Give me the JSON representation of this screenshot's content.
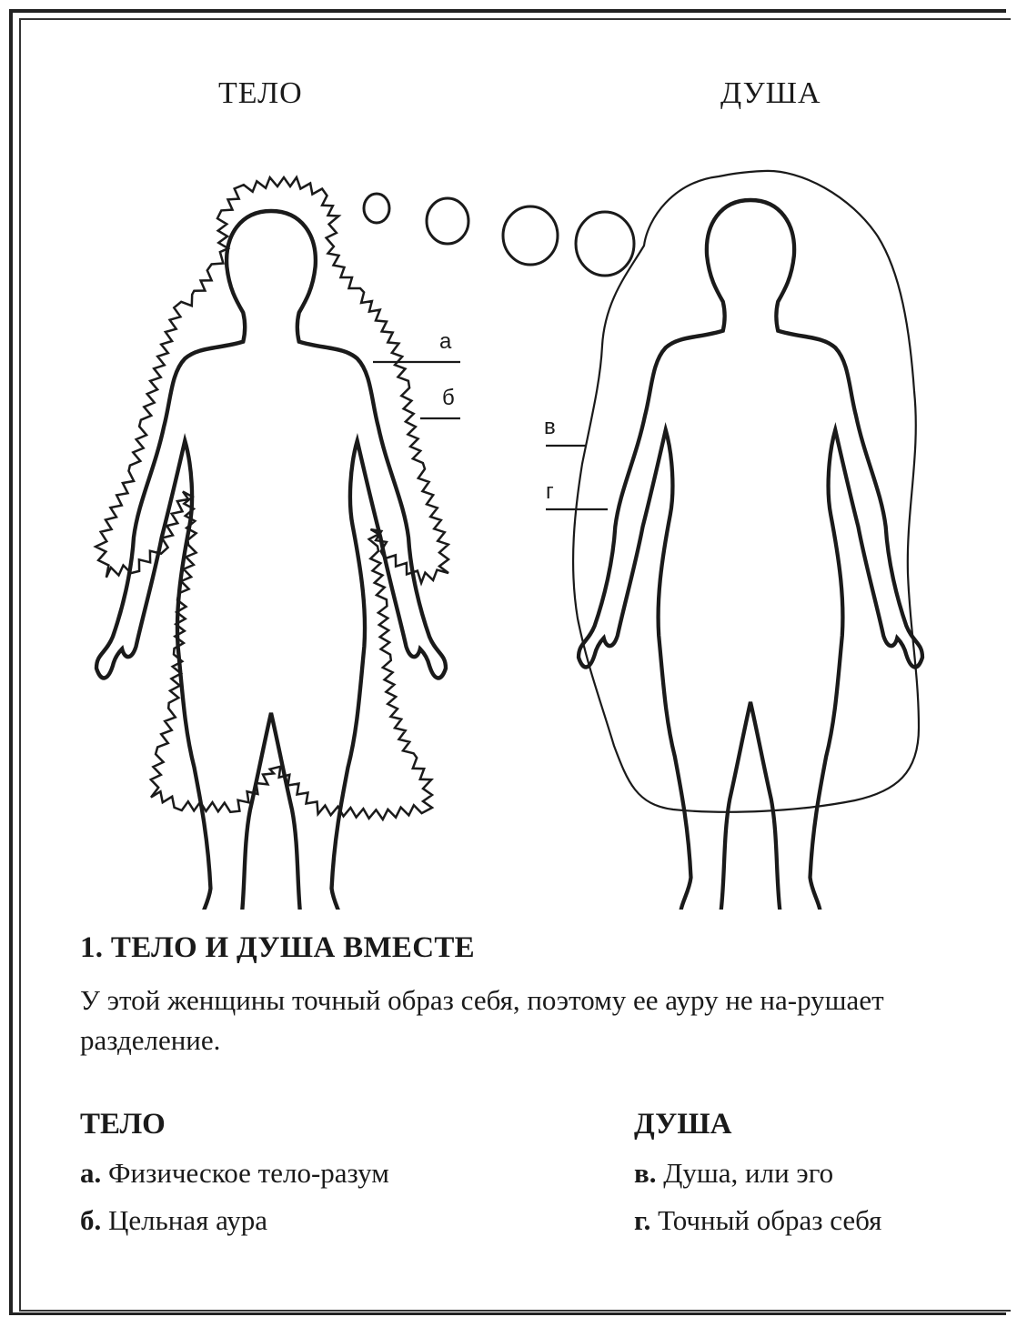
{
  "headings": {
    "body": "ТЕЛО",
    "soul": "ДУША"
  },
  "markers": {
    "a": "а",
    "b": "б",
    "v": "в",
    "g": "г"
  },
  "caption": {
    "title": "1. ТЕЛО И ДУША ВМЕСТЕ",
    "text": "У этой женщины точный образ себя, поэтому ее ауру не на-рушает разделение."
  },
  "legend": {
    "body": {
      "title": "ТЕЛО",
      "items": [
        {
          "key": "а.",
          "label": "Физическое тело-разум"
        },
        {
          "key": "б.",
          "label": "Цельная аура"
        }
      ]
    },
    "soul": {
      "title": "ДУША",
      "items": [
        {
          "key": "в.",
          "label": "Душа, или эго"
        },
        {
          "key": "г.",
          "label": "Точный образ себя"
        }
      ]
    }
  },
  "colors": {
    "line": "#1a1a1a",
    "background": "#ffffff"
  }
}
